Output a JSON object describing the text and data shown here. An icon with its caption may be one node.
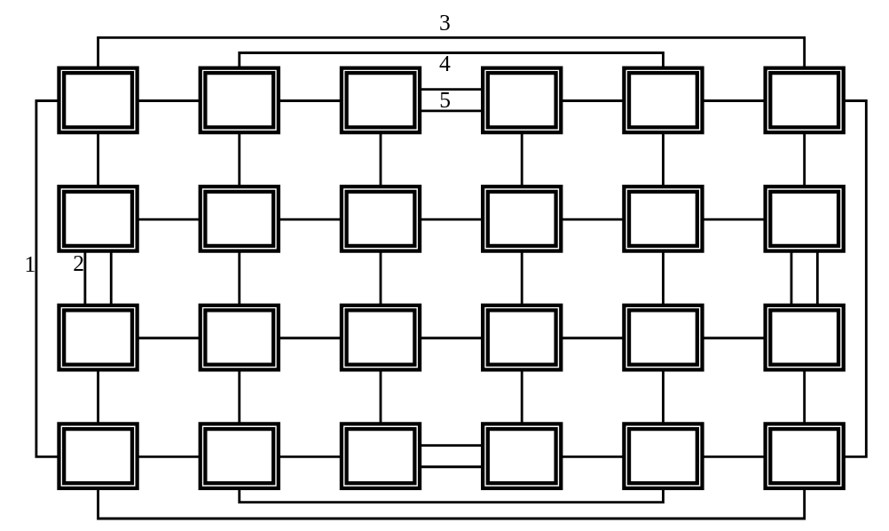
{
  "diagram": {
    "nodes": [
      {
        "text": [],
        "shape": "box"
      },
      {
        "text": [],
        "shape": "box"
      },
      {
        "text": [],
        "shape": "box"
      },
      {
        "text": [],
        "shape": "box"
      },
      {
        "text": [],
        "shape": "box"
      },
      {
        "text": [],
        "shape": "box"
      },
      {
        "text": [],
        "shape": "box"
      },
      {
        "text": [],
        "shape": "box"
      },
      {
        "text": [],
        "shape": "box"
      },
      {
        "text": [],
        "shape": "box"
      },
      {
        "text": [],
        "shape": "box"
      },
      {
        "text": [],
        "shape": "box"
      },
      {
        "text": [],
        "shape": "box"
      },
      {
        "text": [],
        "shape": "box"
      },
      {
        "text": [],
        "shape": "box"
      },
      {
        "text": [],
        "shape": "box"
      },
      {
        "text": [],
        "shape": "box"
      },
      {
        "text": [],
        "shape": "box"
      },
      {
        "text": [],
        "shape": "box"
      },
      {
        "text": [],
        "shape": "box"
      },
      {
        "text": [],
        "shape": "box"
      },
      {
        "text": [],
        "shape": "box"
      },
      {
        "text": [],
        "shape": "box"
      },
      {
        "text": [],
        "shape": "box"
      }
    ],
    "edges": [
      {
        "from": 0,
        "to": 5,
        "arrow": "none",
        "label": "3"
      },
      {
        "from": 1,
        "to": 4,
        "arrow": "none",
        "label": "4"
      },
      {
        "from": 2,
        "to": 3,
        "arrow": "none",
        "label": "5"
      },
      {
        "from": 0,
        "to": 1,
        "arrow": "none"
      },
      {
        "from": 1,
        "to": 2,
        "arrow": "none"
      },
      {
        "from": 2,
        "to": 3,
        "arrow": "none"
      },
      {
        "from": 3,
        "to": 4,
        "arrow": "none"
      },
      {
        "from": 4,
        "to": 5,
        "arrow": "none"
      },
      {
        "from": 0,
        "to": 18,
        "arrow": "none",
        "label": "1"
      },
      {
        "from": 5,
        "to": 23,
        "arrow": "none"
      },
      {
        "from": 0,
        "to": 6,
        "arrow": "none"
      },
      {
        "from": 1,
        "to": 7,
        "arrow": "none"
      },
      {
        "from": 2,
        "to": 8,
        "arrow": "none"
      },
      {
        "from": 3,
        "to": 9,
        "arrow": "none"
      },
      {
        "from": 4,
        "to": 10,
        "arrow": "none"
      },
      {
        "from": 5,
        "to": 11,
        "arrow": "none"
      },
      {
        "from": 6,
        "to": 7,
        "arrow": "none"
      },
      {
        "from": 7,
        "to": 8,
        "arrow": "none"
      },
      {
        "from": 8,
        "to": 9,
        "arrow": "none"
      },
      {
        "from": 9,
        "to": 10,
        "arrow": "none"
      },
      {
        "from": 10,
        "to": 11,
        "arrow": "none"
      },
      {
        "from": 6,
        "to": 12,
        "arrow": "none",
        "label": "2"
      },
      {
        "from": 11,
        "to": 17,
        "arrow": "none"
      },
      {
        "from": 6,
        "to": 12,
        "arrow": "none"
      },
      {
        "from": 7,
        "to": 13,
        "arrow": "none"
      },
      {
        "from": 8,
        "to": 14,
        "arrow": "none"
      },
      {
        "from": 9,
        "to": 15,
        "arrow": "none"
      },
      {
        "from": 10,
        "to": 16,
        "arrow": "none"
      },
      {
        "from": 11,
        "to": 17,
        "arrow": "none"
      },
      {
        "from": 12,
        "to": 13,
        "arrow": "none"
      },
      {
        "from": 13,
        "to": 14,
        "arrow": "none"
      },
      {
        "from": 14,
        "to": 15,
        "arrow": "none"
      },
      {
        "from": 15,
        "to": 16,
        "arrow": "none"
      },
      {
        "from": 16,
        "to": 17,
        "arrow": "none"
      },
      {
        "from": 12,
        "to": 18,
        "arrow": "none"
      },
      {
        "from": 13,
        "to": 19,
        "arrow": "none"
      },
      {
        "from": 14,
        "to": 20,
        "arrow": "none"
      },
      {
        "from": 15,
        "to": 21,
        "arrow": "none"
      },
      {
        "from": 16,
        "to": 22,
        "arrow": "none"
      },
      {
        "from": 17,
        "to": 23,
        "arrow": "none"
      },
      {
        "from": 18,
        "to": 19,
        "arrow": "none"
      },
      {
        "from": 19,
        "to": 20,
        "arrow": "none"
      },
      {
        "from": 20,
        "to": 21,
        "arrow": "none"
      },
      {
        "from": 21,
        "to": 22,
        "arrow": "none"
      },
      {
        "from": 22,
        "to": 23,
        "arrow": "none"
      },
      {
        "from": 20,
        "to": 21,
        "arrow": "none"
      },
      {
        "from": 19,
        "to": 22,
        "arrow": "none"
      },
      {
        "from": 18,
        "to": 23,
        "arrow": "none"
      }
    ]
  }
}
